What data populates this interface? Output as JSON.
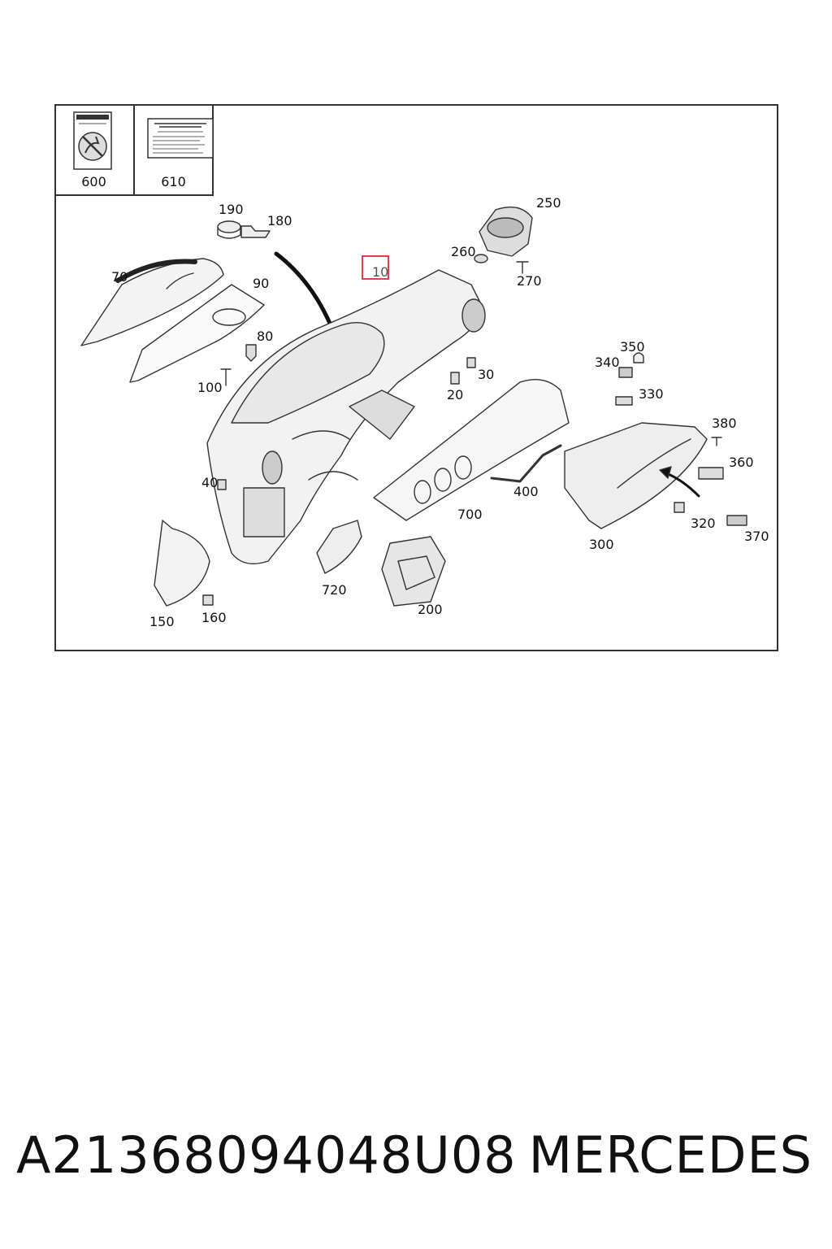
{
  "legend": {
    "items": [
      {
        "number": "600"
      },
      {
        "number": "610"
      }
    ]
  },
  "callouts": {
    "c10": "10",
    "c20": "20",
    "c30": "30",
    "c40": "40",
    "c70": "70",
    "c80": "80",
    "c90": "90",
    "c100": "100",
    "c150": "150",
    "c160": "160",
    "c180": "180",
    "c190": "190",
    "c200": "200",
    "c250": "250",
    "c260": "260",
    "c270": "270",
    "c300": "300",
    "c320": "320",
    "c330": "330",
    "c340": "340",
    "c350": "350",
    "c360": "360",
    "c370": "370",
    "c380": "380",
    "c400": "400",
    "c700": "700",
    "c720": "720"
  },
  "highlight_color": "#e04050",
  "footer": {
    "part_number": "A21368094048U08",
    "brand": "MERCEDES"
  }
}
